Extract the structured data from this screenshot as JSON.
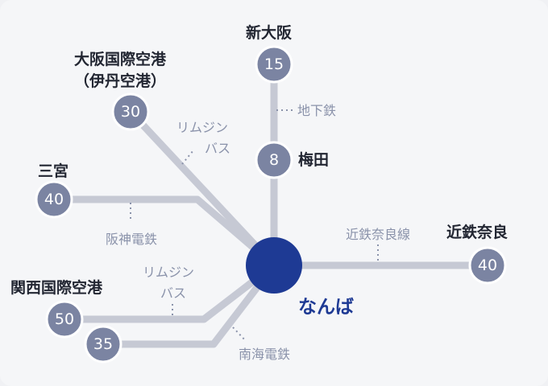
{
  "hub": {
    "label": "なんば"
  },
  "destinations": [
    {
      "id": "shin-osaka",
      "name": "新大阪",
      "minutes": "15"
    },
    {
      "id": "itami",
      "name_line1": "大阪国際空港",
      "name_line2": "（伊丹空港）",
      "minutes": "30"
    },
    {
      "id": "umeda",
      "name": "梅田",
      "minutes": "8"
    },
    {
      "id": "sannomiya",
      "name": "三宮",
      "minutes": "40"
    },
    {
      "id": "kix",
      "name": "関西国際空港",
      "minutes_bus": "50",
      "minutes_rail": "35"
    },
    {
      "id": "nara",
      "name": "近鉄奈良",
      "minutes": "40"
    }
  ],
  "routes": {
    "subway": "地下鉄",
    "limousine_itami_line1": "リムジン",
    "limousine_itami_line2": "バス",
    "hanshin": "阪神電鉄",
    "limousine_kix_line1": "リムジン",
    "limousine_kix_line2": "バス",
    "nankai": "南海電鉄",
    "kintetsu": "近鉄奈良線"
  },
  "colors": {
    "background": "#f5f6f8",
    "route_line": "#c6c9d4",
    "node_fill": "#7b84a2",
    "hub_fill": "#1e3a94",
    "route_label": "#8a92aa",
    "place_label": "#222632"
  }
}
